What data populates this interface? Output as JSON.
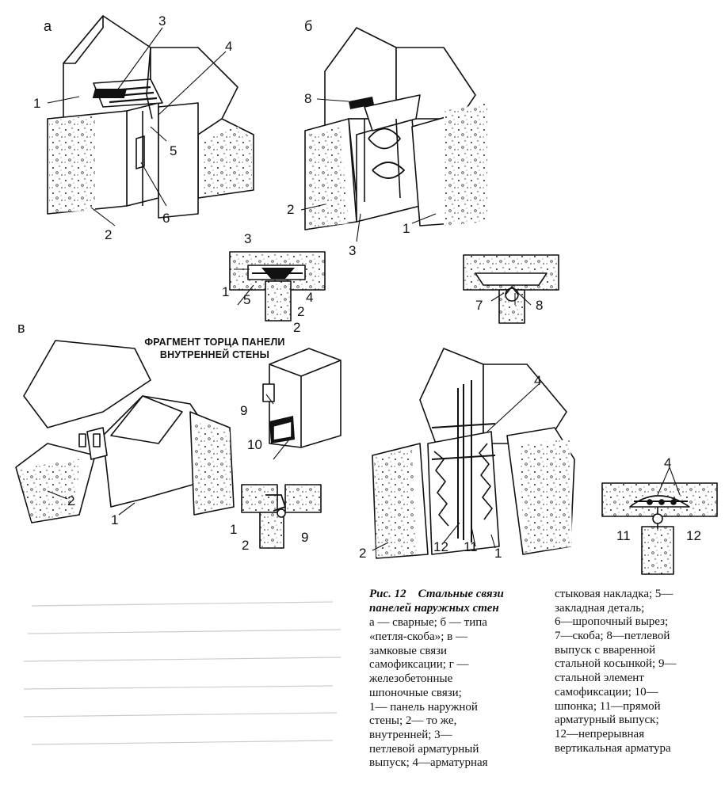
{
  "sections": [
    "а",
    "б",
    "в"
  ],
  "labels": [
    "1",
    "2",
    "3",
    "4",
    "5",
    "6",
    "7",
    "8",
    "9",
    "10",
    "11",
    "12"
  ],
  "fragment_title": [
    "ФРАГМЕНТ ТОРЦА ПАНЕЛИ",
    "ВНУТРЕННЕЙ СТЕНЫ"
  ],
  "caption": {
    "figure": "Рис. 12",
    "title": "Стальные связи панелей наружных стен",
    "col1": [
      "а — сварные; б — типа",
      "«петля-скоба»; в —",
      "замковые связи",
      "самофиксации; г —",
      "железобетонные",
      "шпоночные связи;",
      "1— панель наружной",
      "стены; 2— то же,",
      "внутренней; 3—",
      "петлевой арматурный",
      "выпуск; 4—арматурная"
    ],
    "col2": [
      "стыковая накладка; 5—",
      "закладная деталь;",
      "6—шропочный вырез;",
      "7—скоба; 8—петлевой",
      "выпуск с вваренной",
      "стальной косынкой; 9—",
      "стальной элемент",
      "самофиксации; 10—",
      "шпонка; 11—прямой",
      "арматурный выпуск;",
      "12—непрерывная",
      "вертикальная арматура"
    ]
  },
  "colors": {
    "ink": "#111111",
    "paper": "#ffffff",
    "faint": "#bbbbbb"
  }
}
